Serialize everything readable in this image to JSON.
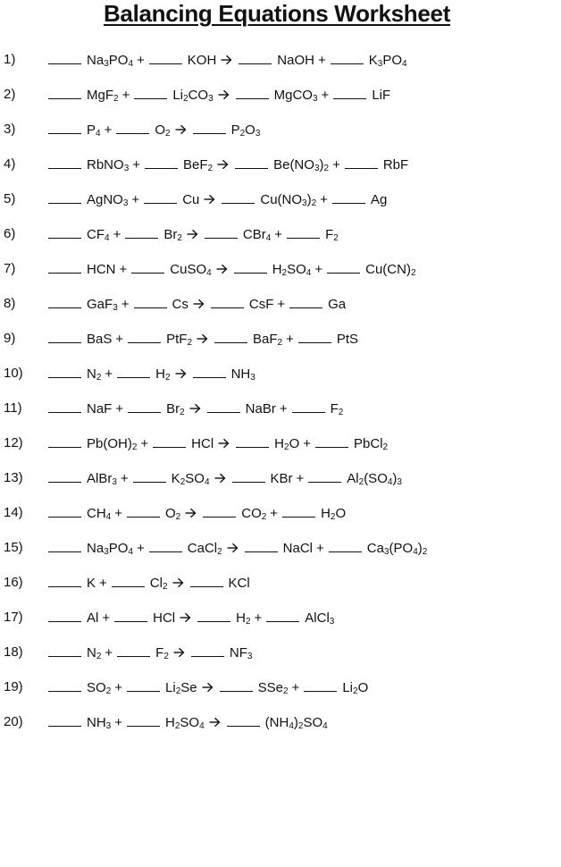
{
  "title": "Balancing Equations Worksheet",
  "equations": [
    {
      "num": "1)",
      "reactants": [
        [
          [
            "Na"
          ],
          [
            "3"
          ],
          [
            "PO"
          ],
          [
            "4"
          ]
        ],
        [
          [
            "KOH"
          ]
        ]
      ],
      "products": [
        [
          [
            "NaOH"
          ]
        ],
        [
          [
            "K"
          ],
          [
            "3"
          ],
          [
            "PO"
          ],
          [
            "4"
          ]
        ]
      ]
    },
    {
      "num": "2)",
      "reactants": [
        [
          [
            "MgF"
          ],
          [
            "2"
          ]
        ],
        [
          [
            "Li"
          ],
          [
            "2"
          ],
          [
            "CO"
          ],
          [
            "3"
          ]
        ]
      ],
      "products": [
        [
          [
            "MgCO"
          ],
          [
            "3"
          ]
        ],
        [
          [
            "LiF"
          ]
        ]
      ]
    },
    {
      "num": "3)",
      "reactants": [
        [
          [
            "P"
          ],
          [
            "4"
          ]
        ],
        [
          [
            "O"
          ],
          [
            "2"
          ]
        ]
      ],
      "products": [
        [
          [
            "P"
          ],
          [
            "2"
          ],
          [
            "O"
          ],
          [
            "3"
          ]
        ]
      ]
    },
    {
      "num": "4)",
      "reactants": [
        [
          [
            "RbNO"
          ],
          [
            "3"
          ]
        ],
        [
          [
            "BeF"
          ],
          [
            "2"
          ]
        ]
      ],
      "products": [
        [
          [
            "Be(NO"
          ],
          [
            "3"
          ],
          [
            ")"
          ],
          [
            "2"
          ]
        ],
        [
          [
            "RbF"
          ]
        ]
      ]
    },
    {
      "num": "5)",
      "reactants": [
        [
          [
            "AgNO"
          ],
          [
            "3"
          ]
        ],
        [
          [
            "Cu"
          ]
        ]
      ],
      "products": [
        [
          [
            "Cu(NO"
          ],
          [
            "3"
          ],
          [
            ")"
          ],
          [
            "2"
          ]
        ],
        [
          [
            "Ag"
          ]
        ]
      ]
    },
    {
      "num": "6)",
      "reactants": [
        [
          [
            "CF"
          ],
          [
            "4"
          ]
        ],
        [
          [
            "Br"
          ],
          [
            "2"
          ]
        ]
      ],
      "products": [
        [
          [
            "CBr"
          ],
          [
            "4"
          ]
        ],
        [
          [
            "F"
          ],
          [
            "2"
          ]
        ]
      ]
    },
    {
      "num": "7)",
      "reactants": [
        [
          [
            "HCN"
          ]
        ],
        [
          [
            "CuSO"
          ],
          [
            "4"
          ]
        ]
      ],
      "products": [
        [
          [
            "H"
          ],
          [
            "2"
          ],
          [
            "SO"
          ],
          [
            "4"
          ]
        ],
        [
          [
            "Cu(CN)"
          ],
          [
            "2"
          ]
        ]
      ]
    },
    {
      "num": "8)",
      "reactants": [
        [
          [
            "GaF"
          ],
          [
            "3"
          ]
        ],
        [
          [
            "Cs"
          ]
        ]
      ],
      "products": [
        [
          [
            "CsF"
          ]
        ],
        [
          [
            "Ga"
          ]
        ]
      ]
    },
    {
      "num": "9)",
      "reactants": [
        [
          [
            "BaS"
          ]
        ],
        [
          [
            "PtF"
          ],
          [
            "2"
          ]
        ]
      ],
      "products": [
        [
          [
            "BaF"
          ],
          [
            "2"
          ]
        ],
        [
          [
            "PtS"
          ]
        ]
      ]
    },
    {
      "num": "10)",
      "reactants": [
        [
          [
            "N"
          ],
          [
            "2"
          ]
        ],
        [
          [
            "H"
          ],
          [
            "2"
          ]
        ]
      ],
      "products": [
        [
          [
            "NH"
          ],
          [
            "3"
          ]
        ]
      ]
    },
    {
      "num": "11)",
      "reactants": [
        [
          [
            "NaF"
          ]
        ],
        [
          [
            "Br"
          ],
          [
            "2"
          ]
        ]
      ],
      "products": [
        [
          [
            "NaBr"
          ]
        ],
        [
          [
            "F"
          ],
          [
            "2"
          ]
        ]
      ]
    },
    {
      "num": "12)",
      "reactants": [
        [
          [
            "Pb(OH)"
          ],
          [
            "2"
          ]
        ],
        [
          [
            "HCl"
          ]
        ]
      ],
      "products": [
        [
          [
            "H"
          ],
          [
            "2"
          ],
          [
            "O"
          ]
        ],
        [
          [
            "PbCl"
          ],
          [
            "2"
          ]
        ]
      ]
    },
    {
      "num": "13)",
      "reactants": [
        [
          [
            "AlBr"
          ],
          [
            "3"
          ]
        ],
        [
          [
            "K"
          ],
          [
            "2"
          ],
          [
            "SO"
          ],
          [
            "4"
          ]
        ]
      ],
      "products": [
        [
          [
            "KBr"
          ]
        ],
        [
          [
            "Al"
          ],
          [
            "2"
          ],
          [
            "(SO"
          ],
          [
            "4"
          ],
          [
            ")"
          ],
          [
            "3"
          ]
        ]
      ]
    },
    {
      "num": "14)",
      "reactants": [
        [
          [
            "CH"
          ],
          [
            "4"
          ]
        ],
        [
          [
            "O"
          ],
          [
            "2"
          ]
        ]
      ],
      "products": [
        [
          [
            "CO"
          ],
          [
            "2"
          ]
        ],
        [
          [
            "H"
          ],
          [
            "2"
          ],
          [
            "O"
          ]
        ]
      ]
    },
    {
      "num": "15)",
      "reactants": [
        [
          [
            "Na"
          ],
          [
            "3"
          ],
          [
            "PO"
          ],
          [
            "4"
          ]
        ],
        [
          [
            "CaCl"
          ],
          [
            "2"
          ]
        ]
      ],
      "products": [
        [
          [
            "NaCl"
          ]
        ],
        [
          [
            "Ca"
          ],
          [
            "3"
          ],
          [
            "(PO"
          ],
          [
            "4"
          ],
          [
            ")"
          ],
          [
            "2"
          ]
        ]
      ]
    },
    {
      "num": "16)",
      "reactants": [
        [
          [
            "K"
          ]
        ],
        [
          [
            "Cl"
          ],
          [
            "2"
          ]
        ]
      ],
      "products": [
        [
          [
            "KCl"
          ]
        ]
      ]
    },
    {
      "num": "17)",
      "reactants": [
        [
          [
            "Al"
          ]
        ],
        [
          [
            "HCl"
          ]
        ]
      ],
      "products": [
        [
          [
            "H"
          ],
          [
            "2"
          ]
        ],
        [
          [
            "AlCl"
          ],
          [
            "3"
          ]
        ]
      ]
    },
    {
      "num": "18)",
      "reactants": [
        [
          [
            "N"
          ],
          [
            "2"
          ]
        ],
        [
          [
            "F"
          ],
          [
            "2"
          ]
        ]
      ],
      "products": [
        [
          [
            "NF"
          ],
          [
            "3"
          ]
        ]
      ]
    },
    {
      "num": "19)",
      "reactants": [
        [
          [
            "SO"
          ],
          [
            "2"
          ]
        ],
        [
          [
            "Li"
          ],
          [
            "2"
          ],
          [
            "Se"
          ]
        ]
      ],
      "products": [
        [
          [
            "SSe"
          ],
          [
            "2"
          ]
        ],
        [
          [
            "Li"
          ],
          [
            "2"
          ],
          [
            "O"
          ]
        ]
      ]
    },
    {
      "num": "20)",
      "reactants": [
        [
          [
            "NH"
          ],
          [
            "3"
          ]
        ],
        [
          [
            "H"
          ],
          [
            "2"
          ],
          [
            "SO"
          ],
          [
            "4"
          ]
        ]
      ],
      "products": [
        [
          [
            "(NH"
          ],
          [
            "4"
          ],
          [
            ")"
          ],
          [
            "2"
          ],
          [
            "SO"
          ],
          [
            "4"
          ]
        ]
      ]
    }
  ],
  "symbols": {
    "plus": "+",
    "arrow_icon": "right-arrow-icon"
  }
}
